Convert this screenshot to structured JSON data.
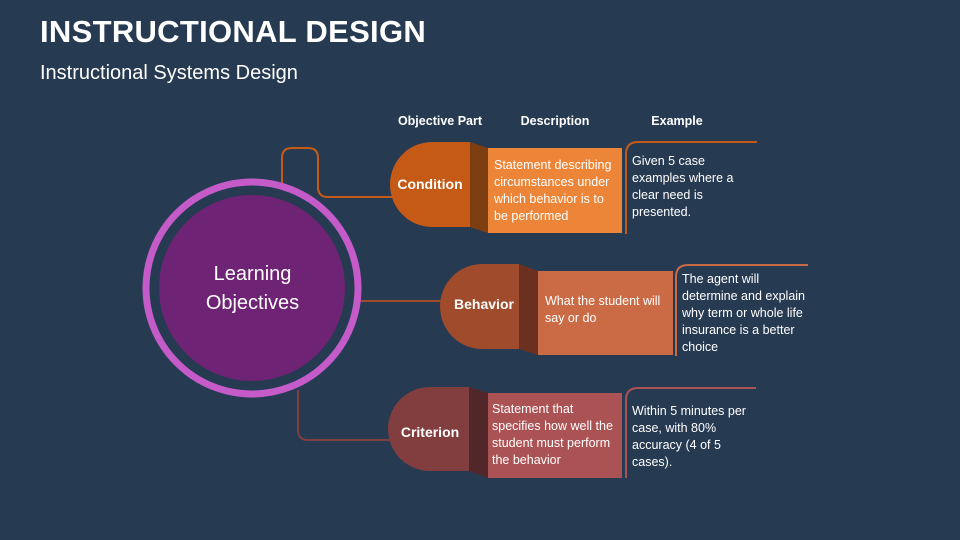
{
  "title": "INSTRUCTIONAL DESIGN",
  "subtitle": "Instructional Systems Design",
  "center": "Learning Objectives",
  "headers": {
    "part": "Objective Part",
    "description": "Description",
    "example": "Example"
  },
  "rows": [
    {
      "part": "Condition",
      "description": "Statement describing circumstances under which behavior is to be performed",
      "example": "Given 5 case examples where a clear need is presented.",
      "colors": {
        "pill": "#C55A17",
        "wedge": "#7D3F12",
        "box": "#ED8539"
      }
    },
    {
      "part": "Behavior",
      "description": "What the student will say or do",
      "example": "The agent will determine and explain why term or whole life insurance is a better choice",
      "colors": {
        "pill": "#A04B2C",
        "wedge": "#6B3020",
        "box": "#CB6B45"
      }
    },
    {
      "part": "Criterion",
      "description": "Statement that specifies how well the student must perform the behavior",
      "example": "Within 5 minutes per case, with 80% accuracy (4 of 5 cases).",
      "colors": {
        "pill": "#823E3F",
        "wedge": "#52272A",
        "box": "#AB5254"
      }
    }
  ]
}
